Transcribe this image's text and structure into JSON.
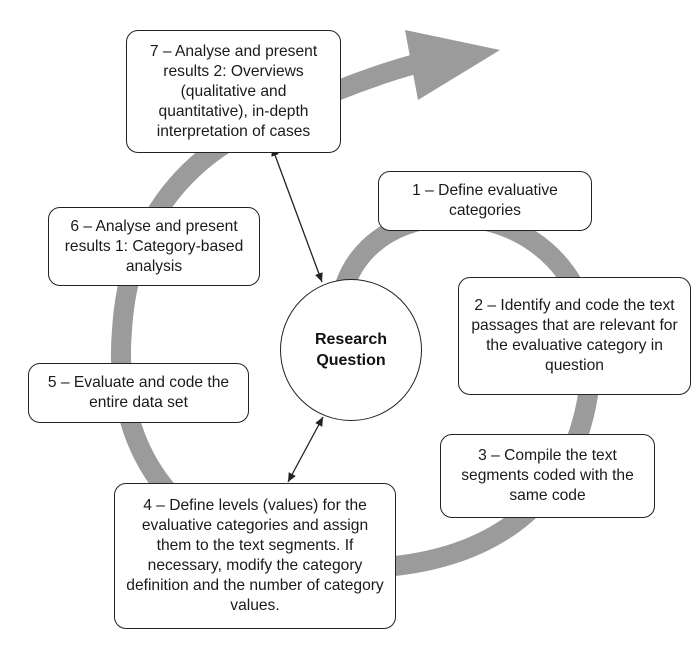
{
  "diagram": {
    "center": {
      "line1": "Research",
      "line2": "Question"
    },
    "steps": [
      {
        "label": "1 – Define evaluative categories"
      },
      {
        "label": "2 – Identify and code the text passages that are relevant for the evaluative category in question"
      },
      {
        "label": "3 – Compile the text segments coded with the same code"
      },
      {
        "label": "4 – Define levels (values) for the evaluative categories and assign them to the text segments. If necessary, modify the category definition and the number of category values."
      },
      {
        "label": "5 – Evaluate and code the entire data set"
      },
      {
        "label": "6 – Analyse and present results 1: Category-based analysis"
      },
      {
        "label": "7 – Analyse and present results 2: Overviews (qualitative and quantitative), in-depth interpretation of cases"
      }
    ],
    "colors": {
      "arc": "#9b9b9b",
      "border": "#222222",
      "text": "#1a1a1a",
      "background": "#ffffff"
    }
  }
}
